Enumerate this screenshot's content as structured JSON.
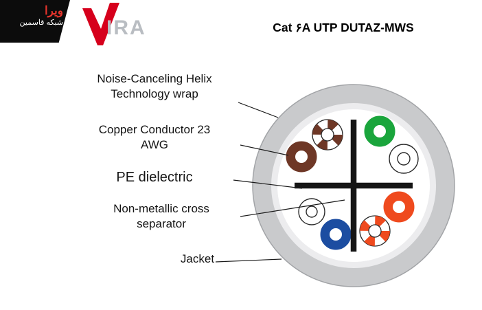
{
  "logo": {
    "farsi_line1": "ویرا",
    "farsi_line2": "شبکه قاسمین",
    "brand_suffix": "IRA",
    "v_color": "#d6001c"
  },
  "title": "Cat ۶A UTP DUTAZ-MWS",
  "labels": {
    "wrap": {
      "line1": "Noise-Canceling Helix",
      "line2": "Technology wrap"
    },
    "copper": {
      "line1": "Copper Conductor 23",
      "line2": "AWG"
    },
    "pe": {
      "line1": "PE dielectric"
    },
    "cross": {
      "line1": "Non-metallic cross",
      "line2": "separator"
    },
    "jacket": {
      "line1": "Jacket"
    }
  },
  "diagram": {
    "jacket_color": "#c9cacc",
    "jacket_outline": "#a2a4a7",
    "wrap_color": "#ececee",
    "core_color": "#ffffff",
    "cross_color": "#151515",
    "leader_color": "#1a1a1a",
    "wires": [
      {
        "name": "brown-white-striped",
        "color": "#6e3726",
        "striped": true
      },
      {
        "name": "brown-solid",
        "color": "#6e3726",
        "striped": false
      },
      {
        "name": "green-solid",
        "color": "#1aa53c",
        "striped": false
      },
      {
        "name": "white",
        "color": "#ffffff",
        "striped": false
      },
      {
        "name": "white",
        "color": "#ffffff",
        "striped": false
      },
      {
        "name": "blue-solid",
        "color": "#1c4da1",
        "striped": false
      },
      {
        "name": "orange-solid",
        "color": "#ef4a1e",
        "striped": false
      },
      {
        "name": "orange-white-striped",
        "color": "#ef4a1e",
        "striped": true
      }
    ]
  }
}
